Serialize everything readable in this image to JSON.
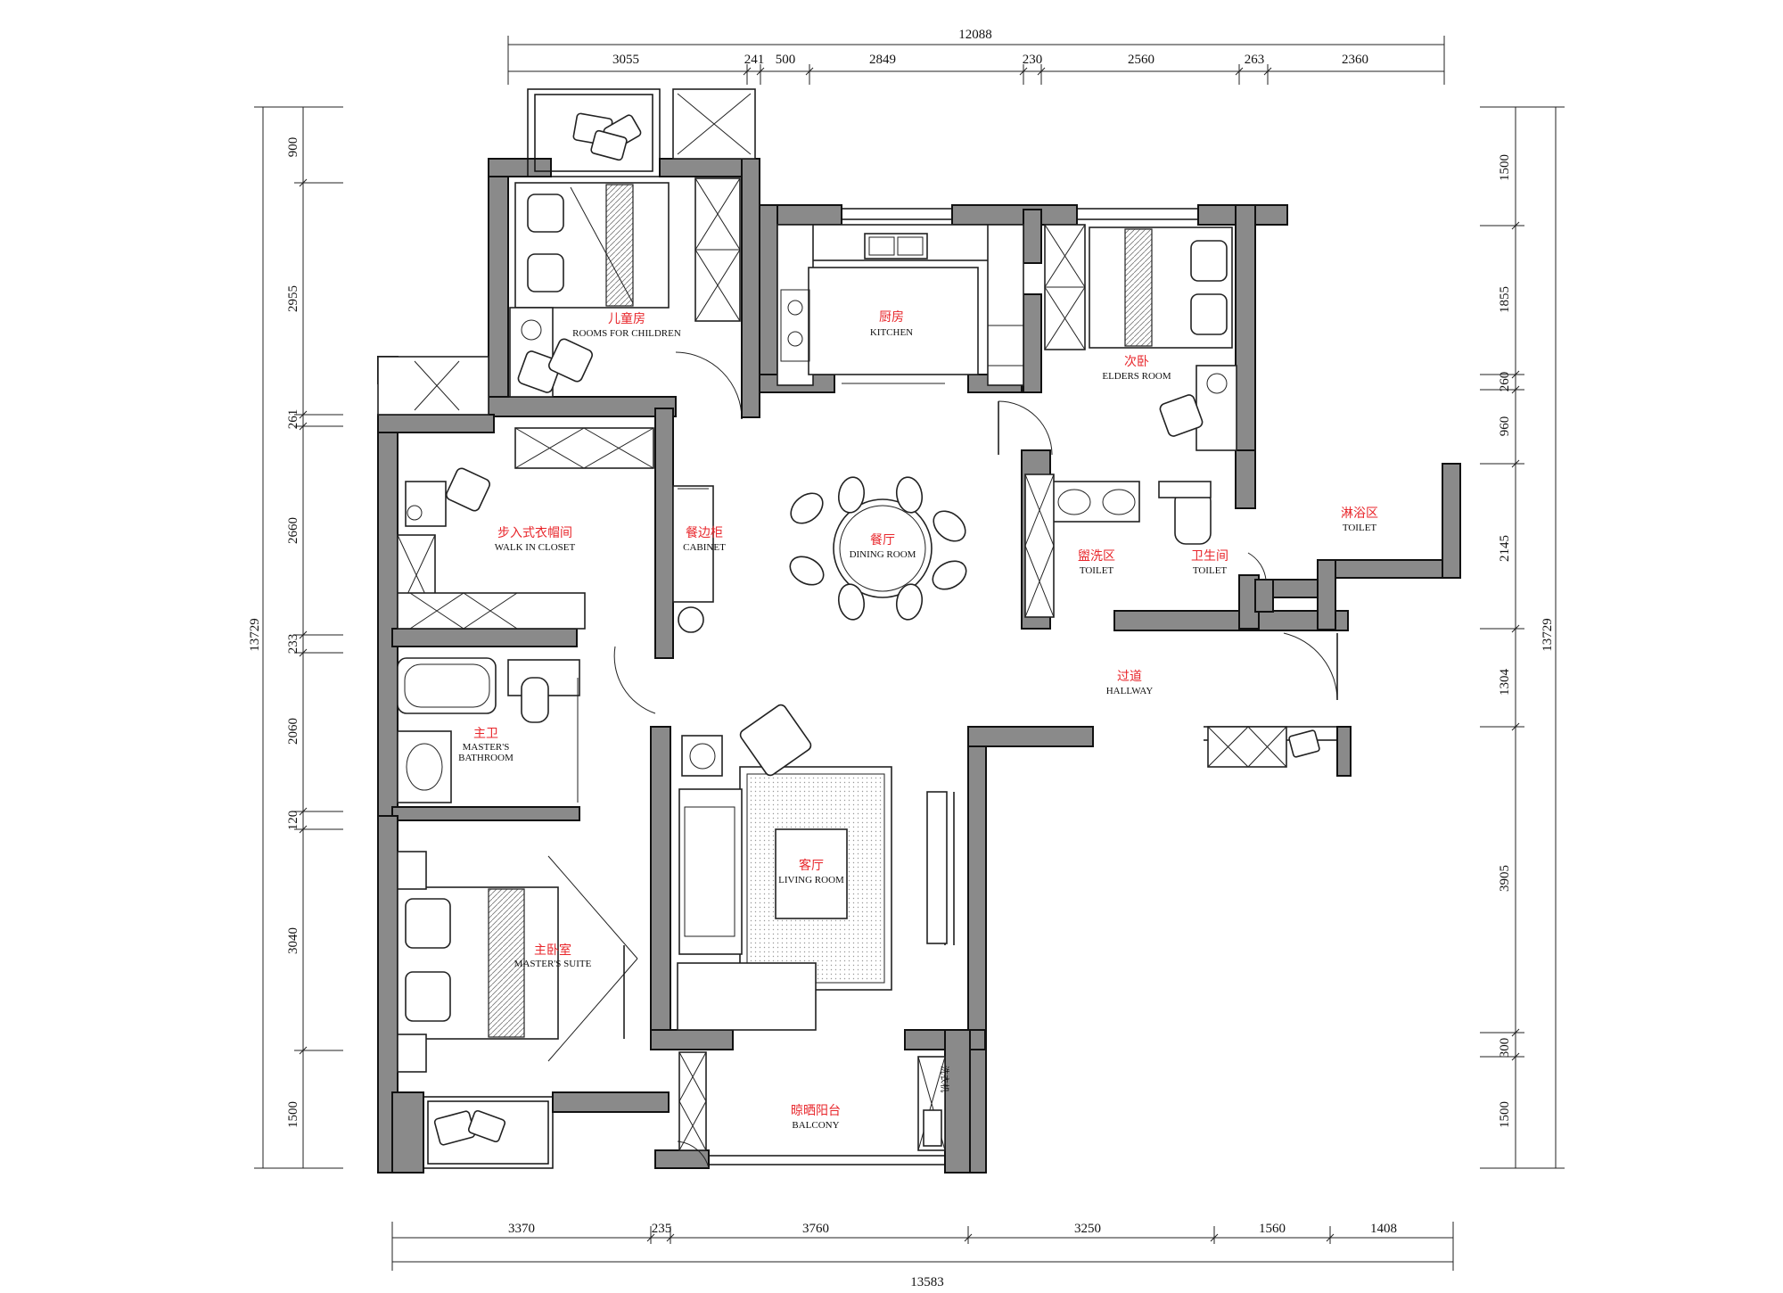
{
  "rooms": {
    "children": {
      "zh": "儿童房",
      "en": "ROOMS FOR CHILDREN"
    },
    "kitchen": {
      "zh": "厨房",
      "en": "KITCHEN"
    },
    "elders": {
      "zh": "次卧",
      "en": "ELDERS ROOM"
    },
    "closet": {
      "zh": "步入式衣帽间",
      "en": "WALK IN CLOSET"
    },
    "cabinet": {
      "zh": "餐边柜",
      "en": "CABINET"
    },
    "dining": {
      "zh": "餐厅",
      "en": "DINING ROOM"
    },
    "wash": {
      "zh": "盥洗区",
      "en": "TOILET"
    },
    "toilet": {
      "zh": "卫生间",
      "en": "TOILET"
    },
    "shower": {
      "zh": "淋浴区",
      "en": "TOILET"
    },
    "hallway": {
      "zh": "过道",
      "en": "HALLWAY"
    },
    "master_bath": {
      "zh": "主卫",
      "en1": "MASTER'S",
      "en2": "BATHROOM"
    },
    "living": {
      "zh": "客厅",
      "en": "LIVING ROOM"
    },
    "master_suite": {
      "zh": "主卧室",
      "en": "MASTER'S  SUITE"
    },
    "balcony": {
      "zh": "晾晒阳台",
      "en": "BALCONY"
    },
    "laundry_note": "洗衣机"
  },
  "dimensions": {
    "top_total": "12088",
    "top": [
      "3055",
      "241",
      "500",
      "2849",
      "230",
      "2560",
      "263",
      "2360"
    ],
    "bottom_total": "13583",
    "bottom": [
      "3370",
      "235",
      "3760",
      "3250",
      "1560",
      "1408"
    ],
    "left_total": "13729",
    "left": [
      "900",
      "2955",
      "261",
      "2660",
      "233",
      "2060",
      "120",
      "3040",
      "1500"
    ],
    "right_total": "13729",
    "right": [
      "1500",
      "1855",
      "260",
      "960",
      "2145",
      "1304",
      "3905",
      "300",
      "1500"
    ]
  }
}
